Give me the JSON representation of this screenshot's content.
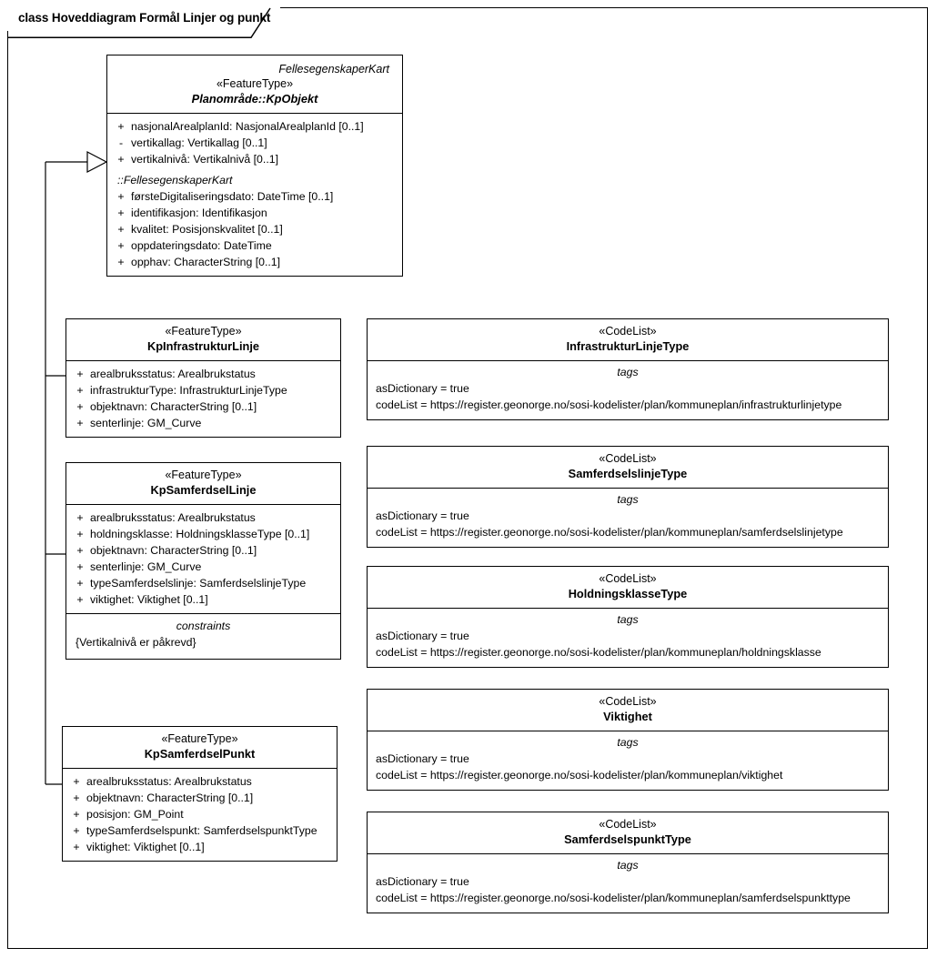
{
  "diagram": {
    "title": "class Hoveddiagram Formål Linjer og punkt",
    "frame_label_prefix": "class"
  },
  "superclass": {
    "package_label": "FellesegenskaperKart",
    "stereotype": "«FeatureType»",
    "name": "Planområde::KpObjekt",
    "is_abstract": true,
    "attributes": [
      {
        "visibility": "+",
        "text": "nasjonalArealplanId: NasjonalArealplanId [0..1]"
      },
      {
        "visibility": "-",
        "text": "vertikallag: Vertikallag [0..1]"
      },
      {
        "visibility": "+",
        "text": "vertikalnivå: Vertikalnivå [0..1]"
      }
    ],
    "inherited_group_label": "::FellesegenskaperKart",
    "inherited_attributes": [
      {
        "visibility": "+",
        "text": "førsteDigitaliseringsdato: DateTime [0..1]"
      },
      {
        "visibility": "+",
        "text": "identifikasjon: Identifikasjon"
      },
      {
        "visibility": "+",
        "text": "kvalitet: Posisjonskvalitet [0..1]"
      },
      {
        "visibility": "+",
        "text": "oppdateringsdato: DateTime"
      },
      {
        "visibility": "+",
        "text": "opphav: CharacterString [0..1]"
      }
    ]
  },
  "subclasses": [
    {
      "stereotype": "«FeatureType»",
      "name": "KpInfrastrukturLinje",
      "attributes": [
        {
          "visibility": "+",
          "text": "arealbruksstatus: Arealbrukstatus"
        },
        {
          "visibility": "+",
          "text": "infrastrukturType: InfrastrukturLinjeType"
        },
        {
          "visibility": "+",
          "text": "objektnavn: CharacterString [0..1]"
        },
        {
          "visibility": "+",
          "text": "senterlinje: GM_Curve"
        }
      ],
      "constraints": null
    },
    {
      "stereotype": "«FeatureType»",
      "name": "KpSamferdselLinje",
      "attributes": [
        {
          "visibility": "+",
          "text": "arealbruksstatus: Arealbrukstatus"
        },
        {
          "visibility": "+",
          "text": "holdningsklasse: HoldningsklasseType [0..1]"
        },
        {
          "visibility": "+",
          "text": "objektnavn: CharacterString [0..1]"
        },
        {
          "visibility": "+",
          "text": "senterlinje: GM_Curve"
        },
        {
          "visibility": "+",
          "text": "typeSamferdselslinje: SamferdselslinjeType"
        },
        {
          "visibility": "+",
          "text": "viktighet: Viktighet [0..1]"
        }
      ],
      "constraints": {
        "title": "constraints",
        "items": [
          "{Vertikalnivå er påkrevd}"
        ]
      }
    },
    {
      "stereotype": "«FeatureType»",
      "name": "KpSamferdselPunkt",
      "attributes": [
        {
          "visibility": "+",
          "text": "arealbruksstatus: Arealbrukstatus"
        },
        {
          "visibility": "+",
          "text": "objektnavn: CharacterString [0..1]"
        },
        {
          "visibility": "+",
          "text": "posisjon: GM_Point"
        },
        {
          "visibility": "+",
          "text": "typeSamferdselspunkt: SamferdselspunktType"
        },
        {
          "visibility": "+",
          "text": "viktighet: Viktighet [0..1]"
        }
      ],
      "constraints": null
    }
  ],
  "codelists": [
    {
      "stereotype": "«CodeList»",
      "name": "InfrastrukturLinjeType",
      "tags_title": "tags",
      "tags": [
        "asDictionary = true",
        "codeList = https://register.geonorge.no/sosi-kodelister/plan/kommuneplan/infrastrukturlinjetype"
      ]
    },
    {
      "stereotype": "«CodeList»",
      "name": "SamferdselslinjeType",
      "tags_title": "tags",
      "tags": [
        "asDictionary = true",
        "codeList = https://register.geonorge.no/sosi-kodelister/plan/kommuneplan/samferdselslinjetype"
      ]
    },
    {
      "stereotype": "«CodeList»",
      "name": "HoldningsklasseType",
      "tags_title": "tags",
      "tags": [
        "asDictionary = true",
        "codeList = https://register.geonorge.no/sosi-kodelister/plan/kommuneplan/holdningsklasse"
      ]
    },
    {
      "stereotype": "«CodeList»",
      "name": "Viktighet",
      "tags_title": "tags",
      "tags": [
        "asDictionary = true",
        "codeList = https://register.geonorge.no/sosi-kodelister/plan/kommuneplan/viktighet"
      ]
    },
    {
      "stereotype": "«CodeList»",
      "name": "SamferdselspunktType",
      "tags_title": "tags",
      "tags": [
        "asDictionary = true",
        "codeList = https://register.geonorge.no/sosi-kodelister/plan/kommuneplan/samferdselspunkttype"
      ]
    }
  ],
  "relationships": {
    "generalization": {
      "kind": "generalization",
      "arrow": "hollow-triangle",
      "target": "Planområde::KpObjekt",
      "sources": [
        "KpInfrastrukturLinje",
        "KpSamferdselLinje",
        "KpSamferdselPunkt"
      ]
    }
  },
  "colors": {
    "line": "#000000",
    "background": "#ffffff",
    "text": "#000000"
  }
}
